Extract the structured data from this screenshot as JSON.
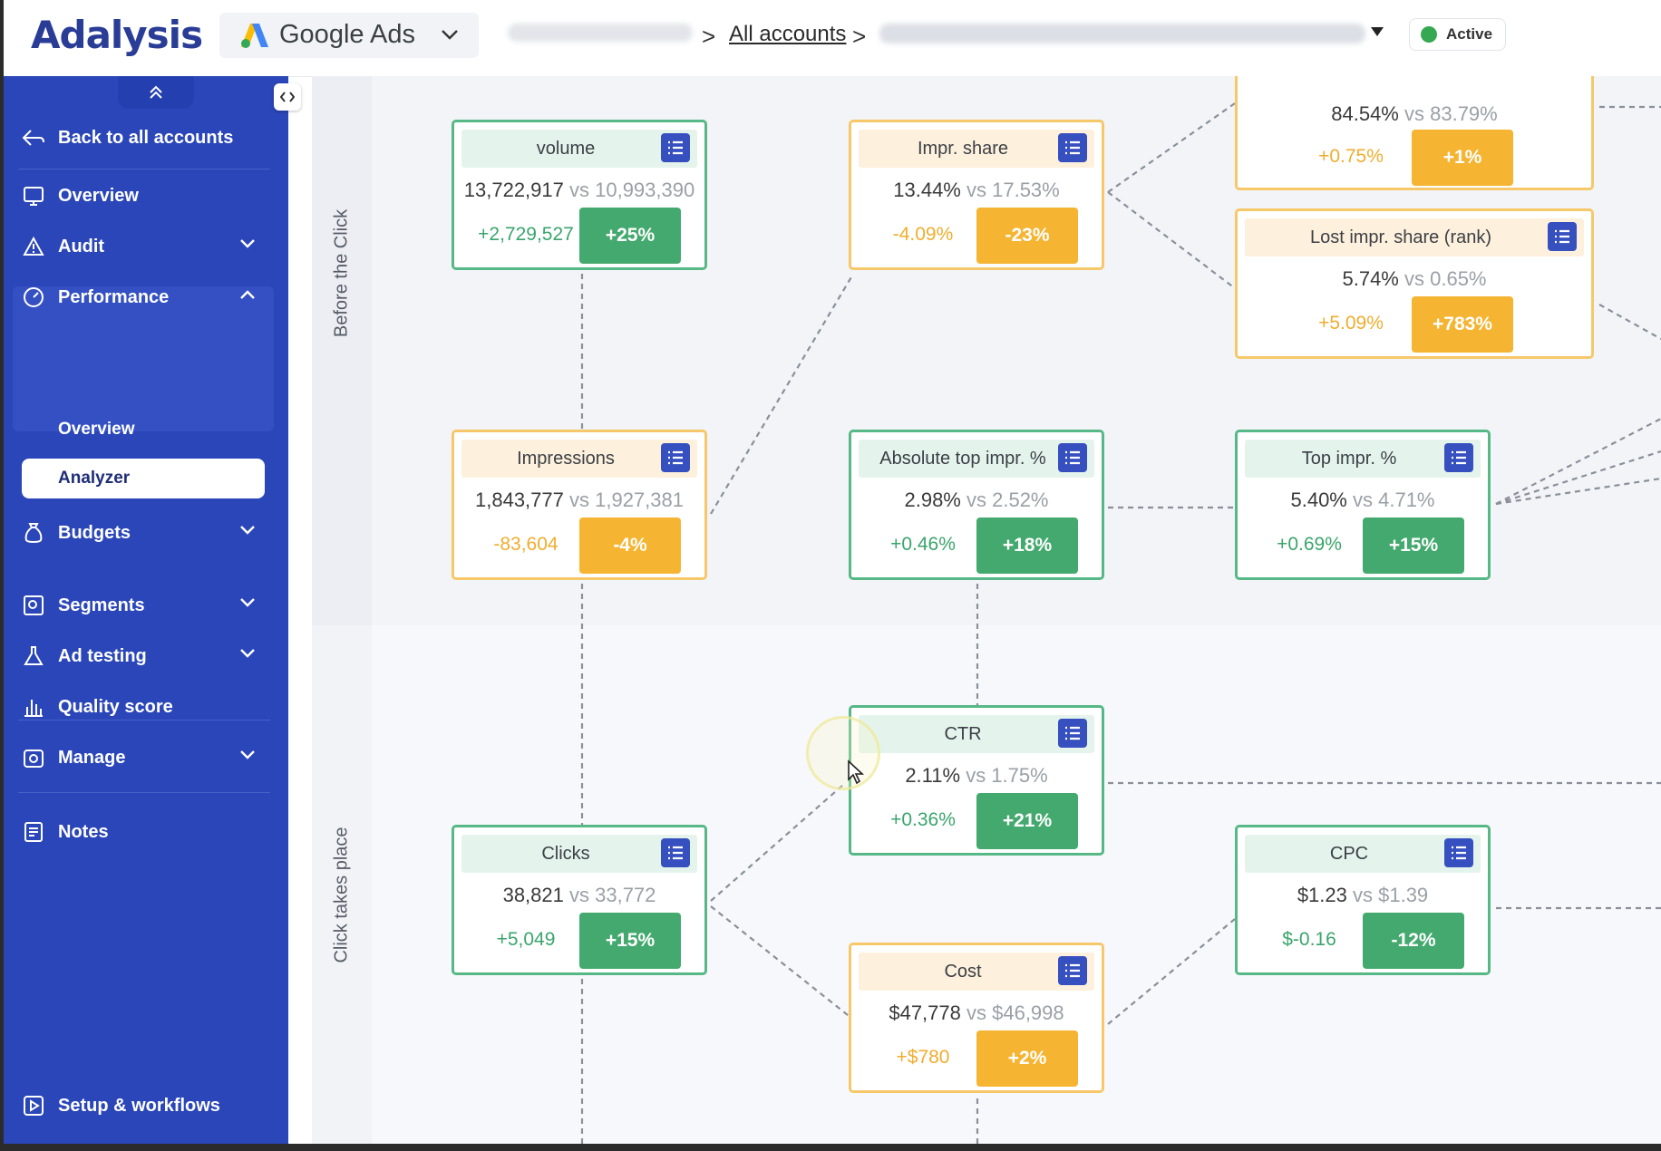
{
  "topbar": {
    "logo": "Adalysis",
    "platform": "Google Ads",
    "breadcrumb_all": "All accounts",
    "breadcrumb_separator": ">",
    "status": "Active",
    "status_color": "#34a853"
  },
  "sidebar": {
    "back": "Back to all accounts",
    "items": {
      "overview": "Overview",
      "audit": "Audit",
      "performance": "Performance",
      "perf_overview": "Overview",
      "perf_analyzer": "Analyzer",
      "budgets": "Budgets",
      "segments": "Segments",
      "ad_testing": "Ad testing",
      "quality_score": "Quality score",
      "manage": "Manage",
      "notes": "Notes",
      "setup": "Setup & workflows"
    },
    "accent": "#2a46b8"
  },
  "stages": {
    "before": "Before the Click",
    "click": "Click takes place"
  },
  "cards": {
    "top_partial": {
      "current": "84.54%",
      "vs": "vs 83.79%",
      "delta": "+0.75%",
      "pct": "+1%"
    },
    "volume": {
      "title": "volume",
      "current": "13,722,917",
      "vs": "vs 10,993,390",
      "delta": "+2,729,527",
      "pct": "+25%"
    },
    "impr_share": {
      "title": "Impr. share",
      "current": "13.44%",
      "vs": "vs 17.53%",
      "delta": "-4.09%",
      "pct": "-23%"
    },
    "lost_rank": {
      "title": "Lost impr. share (rank)",
      "current": "5.74%",
      "vs": "vs 0.65%",
      "delta": "+5.09%",
      "pct": "+783%"
    },
    "impressions": {
      "title": "Impressions",
      "current": "1,843,777",
      "vs": "vs 1,927,381",
      "delta": "-83,604",
      "pct": "-4%"
    },
    "abs_top": {
      "title": "Absolute top impr. %",
      "current": "2.98%",
      "vs": "vs 2.52%",
      "delta": "+0.46%",
      "pct": "+18%"
    },
    "top_impr": {
      "title": "Top impr. %",
      "current": "5.40%",
      "vs": "vs 4.71%",
      "delta": "+0.69%",
      "pct": "+15%"
    },
    "ctr": {
      "title": "CTR",
      "current": "2.11%",
      "vs": "vs 1.75%",
      "delta": "+0.36%",
      "pct": "+21%"
    },
    "clicks": {
      "title": "Clicks",
      "current": "38,821",
      "vs": "vs 33,772",
      "delta": "+5,049",
      "pct": "+15%"
    },
    "cpc": {
      "title": "CPC",
      "current": "$1.23",
      "vs": "vs $1.39",
      "delta": "$-0.16",
      "pct": "-12%"
    },
    "cost": {
      "title": "Cost",
      "current": "$47,778",
      "vs": "vs $46,998",
      "delta": "+$780",
      "pct": "+2%"
    }
  },
  "colors": {
    "positive": "#44a96e",
    "negative": "#f5b431"
  }
}
